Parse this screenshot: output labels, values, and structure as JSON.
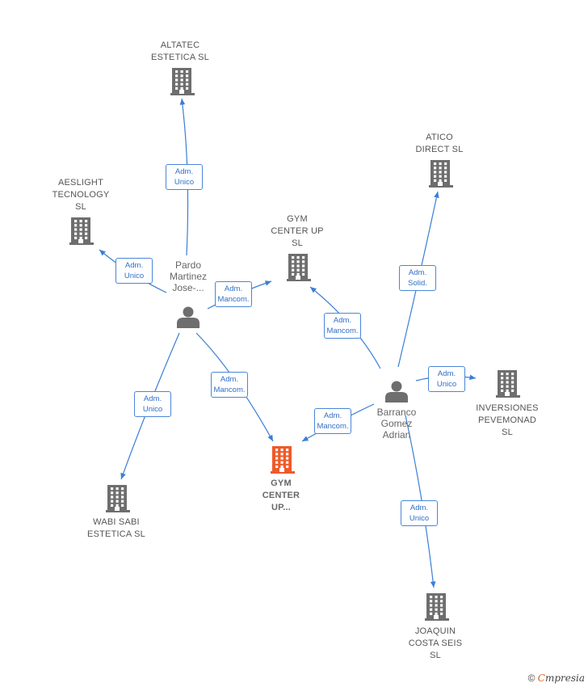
{
  "colors": {
    "edge": "#3a7ed6",
    "building": "#6e6e6e",
    "building_highlight": "#ef5a29",
    "person": "#6e6e6e"
  },
  "companies": [
    {
      "id": "altatec",
      "lines": [
        "ALTATEC",
        "ESTETICA  SL"
      ],
      "highlight": false
    },
    {
      "id": "aeslight",
      "lines": [
        "AESLIGHT",
        "TECNOLOGY",
        "SL"
      ],
      "highlight": false
    },
    {
      "id": "gym-sl",
      "lines": [
        "GYM",
        "CENTER UP",
        "SL"
      ],
      "highlight": false
    },
    {
      "id": "atico",
      "lines": [
        "ATICO",
        "DIRECT  SL"
      ],
      "highlight": false
    },
    {
      "id": "inversiones",
      "lines": [
        "INVERSIONES",
        "PEVEMONAD",
        "SL"
      ],
      "highlight": false
    },
    {
      "id": "gym-main",
      "lines": [
        "GYM",
        "CENTER",
        "UP..."
      ],
      "highlight": true
    },
    {
      "id": "wabi",
      "lines": [
        "WABI SABI",
        "ESTETICA SL"
      ],
      "highlight": false
    },
    {
      "id": "joaquin",
      "lines": [
        "JOAQUIN",
        "COSTA SEIS",
        "SL"
      ],
      "highlight": false
    }
  ],
  "persons": [
    {
      "id": "pardo",
      "lines": [
        "Pardo",
        "Martinez",
        "Jose-..."
      ]
    },
    {
      "id": "barranco",
      "lines": [
        "Barranco",
        "Gomez",
        "Adrian"
      ]
    }
  ],
  "edges": [
    {
      "from": "pardo",
      "to": "altatec",
      "lines": [
        "Adm.",
        "Unico"
      ]
    },
    {
      "from": "pardo",
      "to": "aeslight",
      "lines": [
        "Adm.",
        "Unico"
      ]
    },
    {
      "from": "pardo",
      "to": "gym-sl",
      "lines": [
        "Adm.",
        "Mancom."
      ]
    },
    {
      "from": "pardo",
      "to": "gym-main",
      "lines": [
        "Adm.",
        "Mancom."
      ]
    },
    {
      "from": "pardo",
      "to": "wabi",
      "lines": [
        "Adm.",
        "Unico"
      ]
    },
    {
      "from": "barranco",
      "to": "gym-sl",
      "lines": [
        "Adm.",
        "Mancom."
      ]
    },
    {
      "from": "barranco",
      "to": "atico",
      "lines": [
        "Adm.",
        "Solid."
      ]
    },
    {
      "from": "barranco",
      "to": "inversiones",
      "lines": [
        "Adm.",
        "Unico"
      ]
    },
    {
      "from": "barranco",
      "to": "gym-main",
      "lines": [
        "Adm.",
        "Mancom."
      ]
    },
    {
      "from": "barranco",
      "to": "joaquin",
      "lines": [
        "Adm.",
        "Unico"
      ]
    }
  ],
  "footer": {
    "copyright": "©",
    "brand_initial": "C",
    "brand_rest": "mpresia"
  }
}
